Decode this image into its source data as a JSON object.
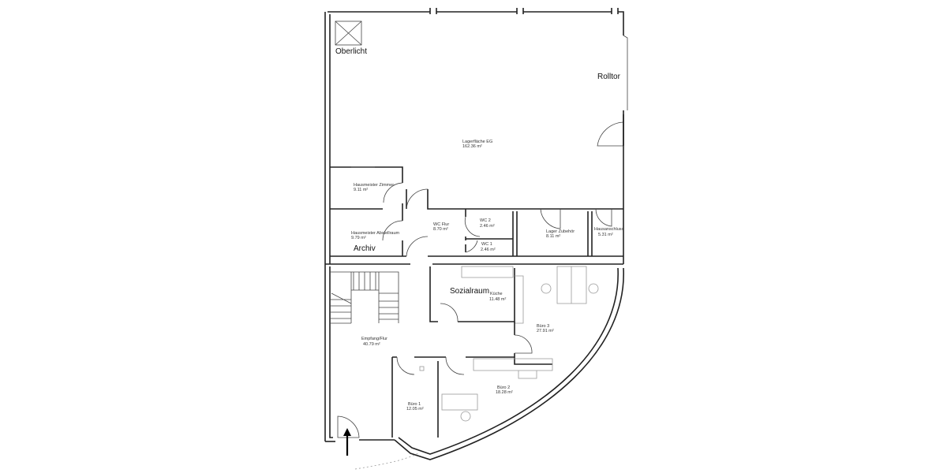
{
  "plan": {
    "labels": {
      "skylight": "Oberlicht",
      "rolling_door": "Rolltor",
      "archive": "Archiv",
      "social_room": "Sozialraum"
    },
    "rooms": [
      {
        "name": "Lagerfläche EG",
        "area": "162.36 m²"
      },
      {
        "name": "Hausmeister Zimmer",
        "area": "9.11 m²"
      },
      {
        "name": "Hausmeister Abstellraum",
        "area": "9.79 m²"
      },
      {
        "name": "WC Flur",
        "area": "8.70 m²"
      },
      {
        "name": "WC 2",
        "area": "2.46 m²"
      },
      {
        "name": "WC 1",
        "area": "2.46 m²"
      },
      {
        "name": "Lager Zubehör",
        "area": "8.11 m²"
      },
      {
        "name": "Hausanschluss",
        "area": "5.31 m²"
      },
      {
        "name": "Küche",
        "area": "11.48 m²"
      },
      {
        "name": "Büro 3",
        "area": "27.91 m²"
      },
      {
        "name": "Empfang/Flur",
        "area": "40.79 m²"
      },
      {
        "name": "Büro 2",
        "area": "18.28 m²"
      },
      {
        "name": "Büro 1",
        "area": "12.05 m²"
      }
    ]
  }
}
